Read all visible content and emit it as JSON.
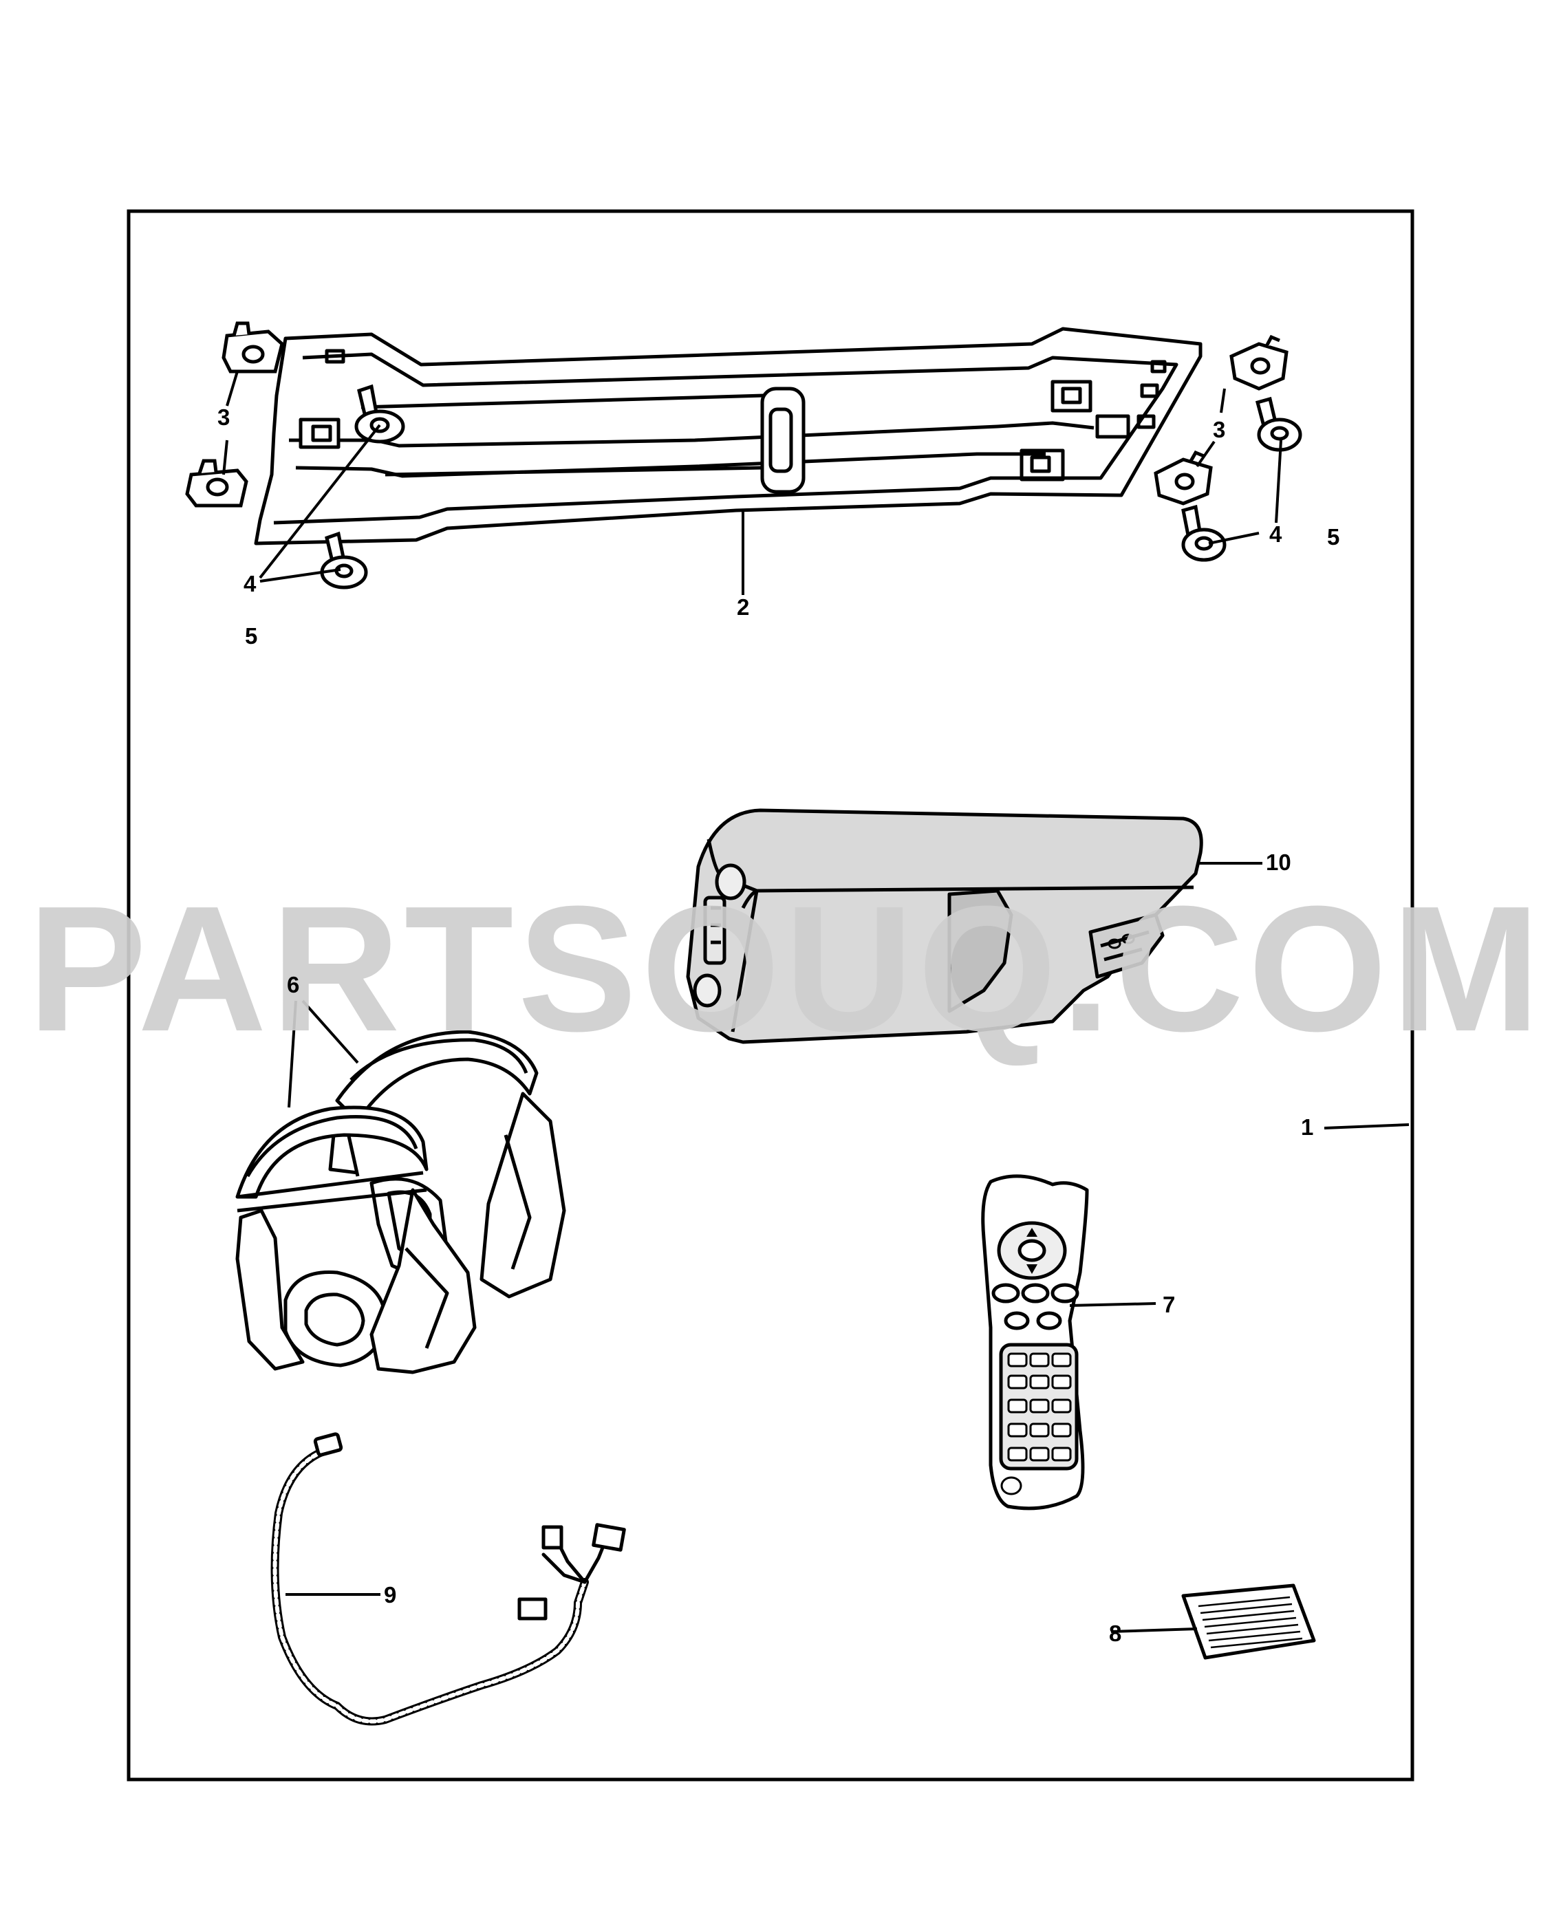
{
  "watermark": "PARTSOUQ.COM",
  "callouts": {
    "c1": "1",
    "c2": "2",
    "c3_left": "3",
    "c3_right": "3",
    "c4_left": "4",
    "c4_right": "4",
    "c5_left": "5",
    "c5_right": "5",
    "c6": "6",
    "c7": "7",
    "c8": "8",
    "c9": "9",
    "c10": "10"
  }
}
